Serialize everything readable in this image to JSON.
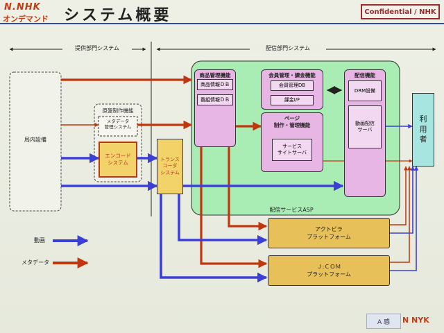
{
  "header": {
    "logo_top": "N.NHK",
    "logo_bottom": "オンデマンド",
    "title": "システム概要",
    "confidential": "Confidential / NHK"
  },
  "sections": {
    "provider": "提供部門システム",
    "distribution": "配信部門システム"
  },
  "nodes": {
    "station": "局内設備",
    "master_production": "原盤制作機能",
    "metadata_mgmt": "メタデータ\n管理システム",
    "encode": "エンコード\nシステム",
    "transcoder": "トランス\nコーダ\nシステム",
    "product_mgmt": "商品管理機能",
    "product_db": "商品情報ＤＢ",
    "program_db": "番組情報ＤＢ",
    "member_mgmt": "会員管理・課金機能",
    "member_db": "会員管理DB",
    "billing": "課金I/F",
    "page": "ページ\n制作・管理機能",
    "service_site": "サービス\nサイトサーバ",
    "delivery": "配信機能",
    "drm": "DRM設備",
    "video_server": "動画配信\nサーバ",
    "asp": "配信サービスASP",
    "user": "利\n用\n者",
    "actvila": "アクトビラ\nプラットフォーム",
    "jcom": "Ｊ:ＣＯＭ\nプラットフォーム"
  },
  "legend": {
    "video": "動画",
    "metadata": "メタデータ"
  },
  "footer": {
    "badge": "A 感",
    "logo": "N NYK"
  },
  "colors": {
    "video_arrow": "#3b3fd6",
    "metadata_arrow": "#c0360f",
    "asp_area": "#a9ecb4",
    "function_box": "#e7b6e4",
    "platform_box": "#e8c05a",
    "user_box": "#a7e6e0",
    "encode_box": "#f2d36a"
  }
}
